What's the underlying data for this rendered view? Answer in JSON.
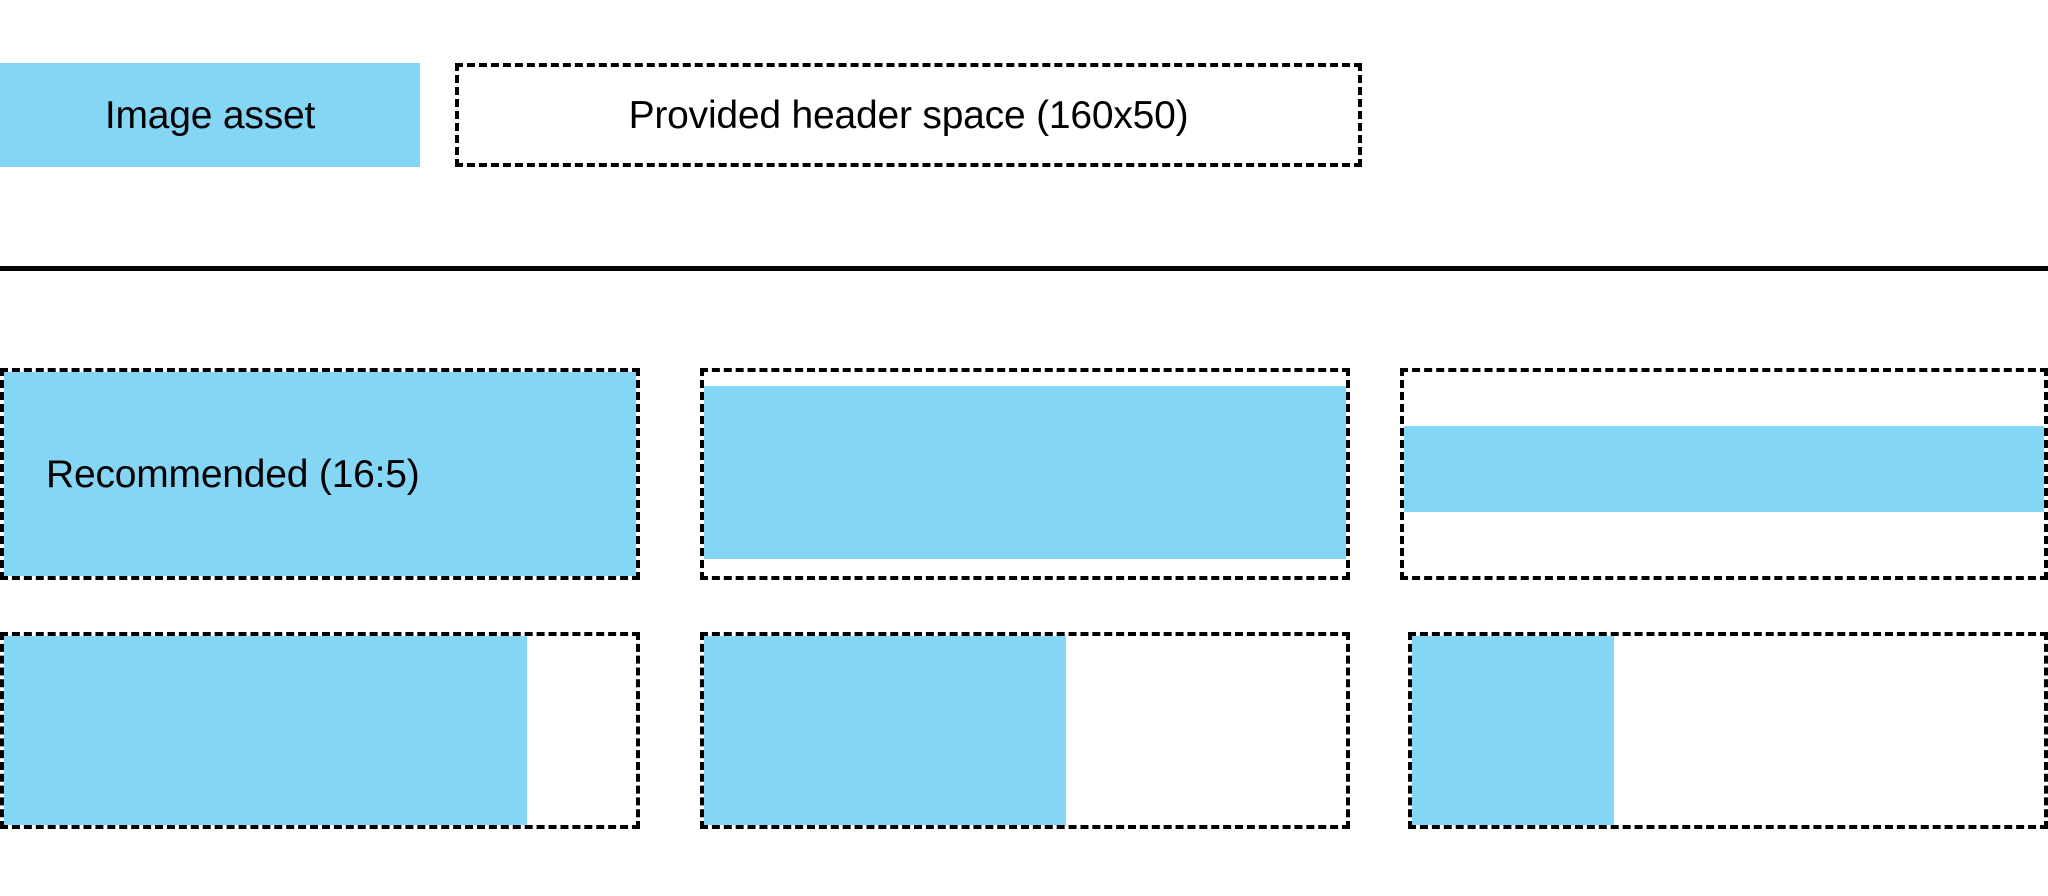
{
  "header": {
    "image_asset_label": "Image asset",
    "header_space_label": "Provided header space (160x50)"
  },
  "colors": {
    "asset_fill": "#85D5F5",
    "outline": "#000000",
    "background": "#ffffff"
  },
  "ratio_grid": {
    "rows": [
      {
        "cells": [
          {
            "caption": "Recommended (16:5)"
          },
          {
            "caption": ""
          },
          {
            "caption": ""
          }
        ]
      },
      {
        "cells": [
          {
            "caption": ""
          },
          {
            "caption": ""
          },
          {
            "caption": ""
          }
        ]
      }
    ]
  }
}
